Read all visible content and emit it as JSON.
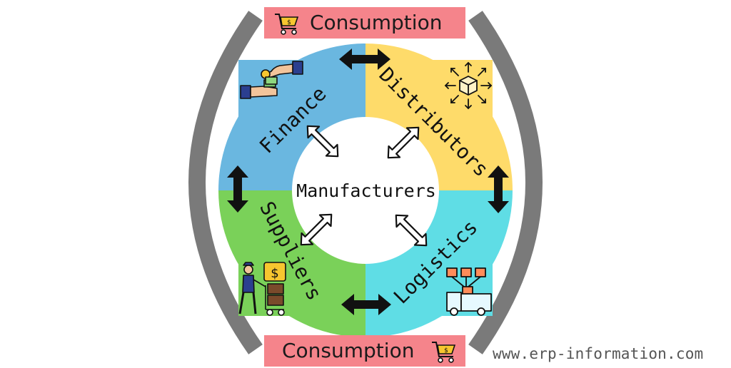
{
  "diagram": {
    "center": "Manufacturers",
    "segments": [
      {
        "id": "finance",
        "label": "Finance",
        "color": "#6ab7e0"
      },
      {
        "id": "distributors",
        "label": "Distributors",
        "color": "#fedb6a"
      },
      {
        "id": "logistics",
        "label": "Logistics",
        "color": "#5fdde5"
      },
      {
        "id": "suppliers",
        "label": "Suppliers",
        "color": "#7ad159"
      }
    ],
    "consumption_top": "Consumption",
    "consumption_bottom": "Consumption",
    "arc_color": "#7a7a7a",
    "consumption_color": "#f5848b"
  },
  "watermark": "www.erp-information.com",
  "icons": [
    "cart-icon",
    "money-exchange-icon",
    "package-distribution-icon",
    "delivery-truck-icon",
    "supplier-person-icon"
  ]
}
